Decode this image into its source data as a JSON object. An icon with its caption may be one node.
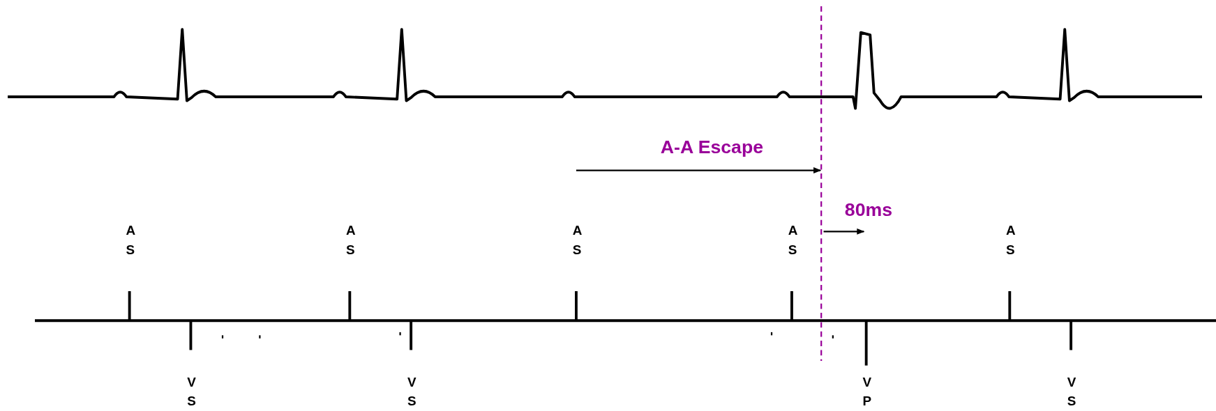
{
  "diagram": {
    "labels": [
      "A-A Escape",
      "80ms",
      "A S",
      "A S",
      "A S",
      "A S",
      "A S",
      "V S",
      "V S",
      "V P",
      "V S"
    ]
  }
}
